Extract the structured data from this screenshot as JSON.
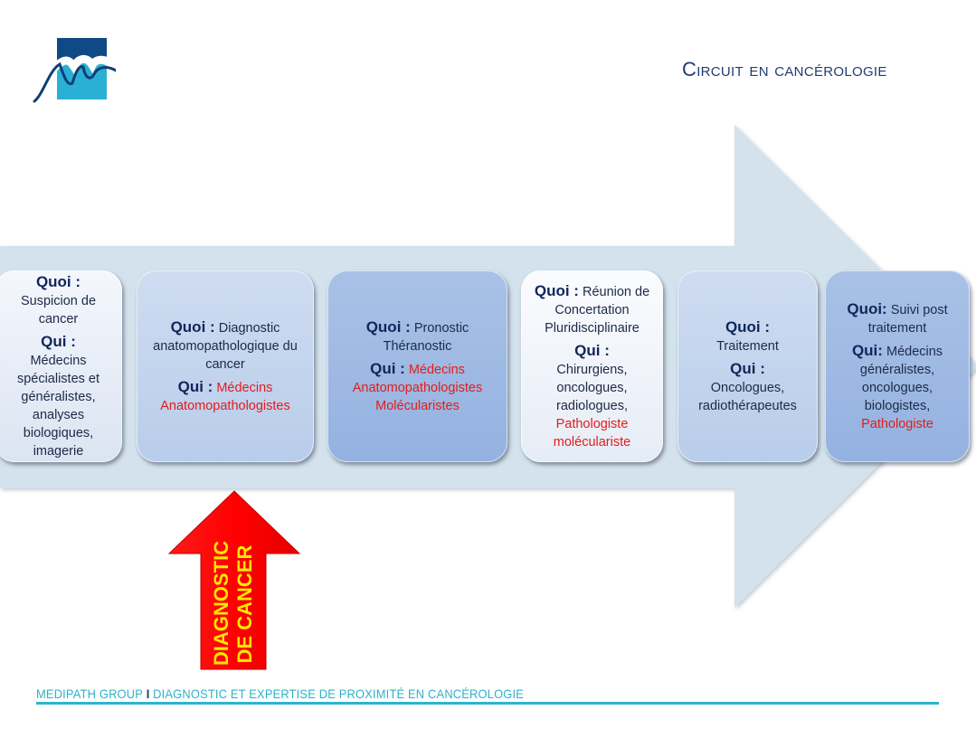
{
  "header": {
    "title": "Circuit en cancérologie",
    "logo": "medipath-logo-icon"
  },
  "colors": {
    "title": "#1f3c72",
    "accent_teal": "#29b6cc",
    "highlight_red": "#e41c1c",
    "arrow_red": "#ff0000",
    "arrow_text_yellow": "#ffe600",
    "big_arrow": "#d3e2ec"
  },
  "steps": [
    {
      "quoi_label": "Quoi :",
      "quoi_text": "Suspicion de cancer",
      "qui_label": "Qui :",
      "qui_text": "Médecins spécialistes et généralistes, analyses biologiques, imagerie",
      "qui_red": ""
    },
    {
      "quoi_label": "Quoi :",
      "quoi_text": "Diagnostic anatomopathologique du cancer",
      "qui_label": "Qui :",
      "qui_text": "",
      "qui_red": "Médecins Anatomopathologistes"
    },
    {
      "quoi_label": "Quoi :",
      "quoi_text": "Pronostic Théranostic",
      "qui_label": "Qui :",
      "qui_text": "",
      "qui_red": "Médecins Anatomopathologistes Molécularistes"
    },
    {
      "quoi_label": "Quoi :",
      "quoi_text": "Réunion de Concertation Pluridisciplinaire",
      "qui_label": "Qui :",
      "qui_text": "Chirurgiens, oncologues, radiologues,",
      "qui_red": "Pathologiste moléculariste"
    },
    {
      "quoi_label": "Quoi :",
      "quoi_text": "Traitement",
      "qui_label": "Qui :",
      "qui_text": "Oncologues, radiothérapeutes",
      "qui_red": ""
    },
    {
      "quoi_label": "Quoi:",
      "quoi_text": "Suivi post traitement",
      "qui_label": "Qui:",
      "qui_text": "Médecins généralistes, oncologues, biologistes,",
      "qui_red": "Pathologiste"
    }
  ],
  "callout": {
    "line1": "DIAGNOSTIC",
    "line2": "DE CANCER"
  },
  "footer": {
    "brand": "MEDIPATH GROUP",
    "separator": "I",
    "tagline": "DIAGNOSTIC ET EXPERTISE DE PROXIMITÉ EN CANCÉROLOGIE"
  }
}
